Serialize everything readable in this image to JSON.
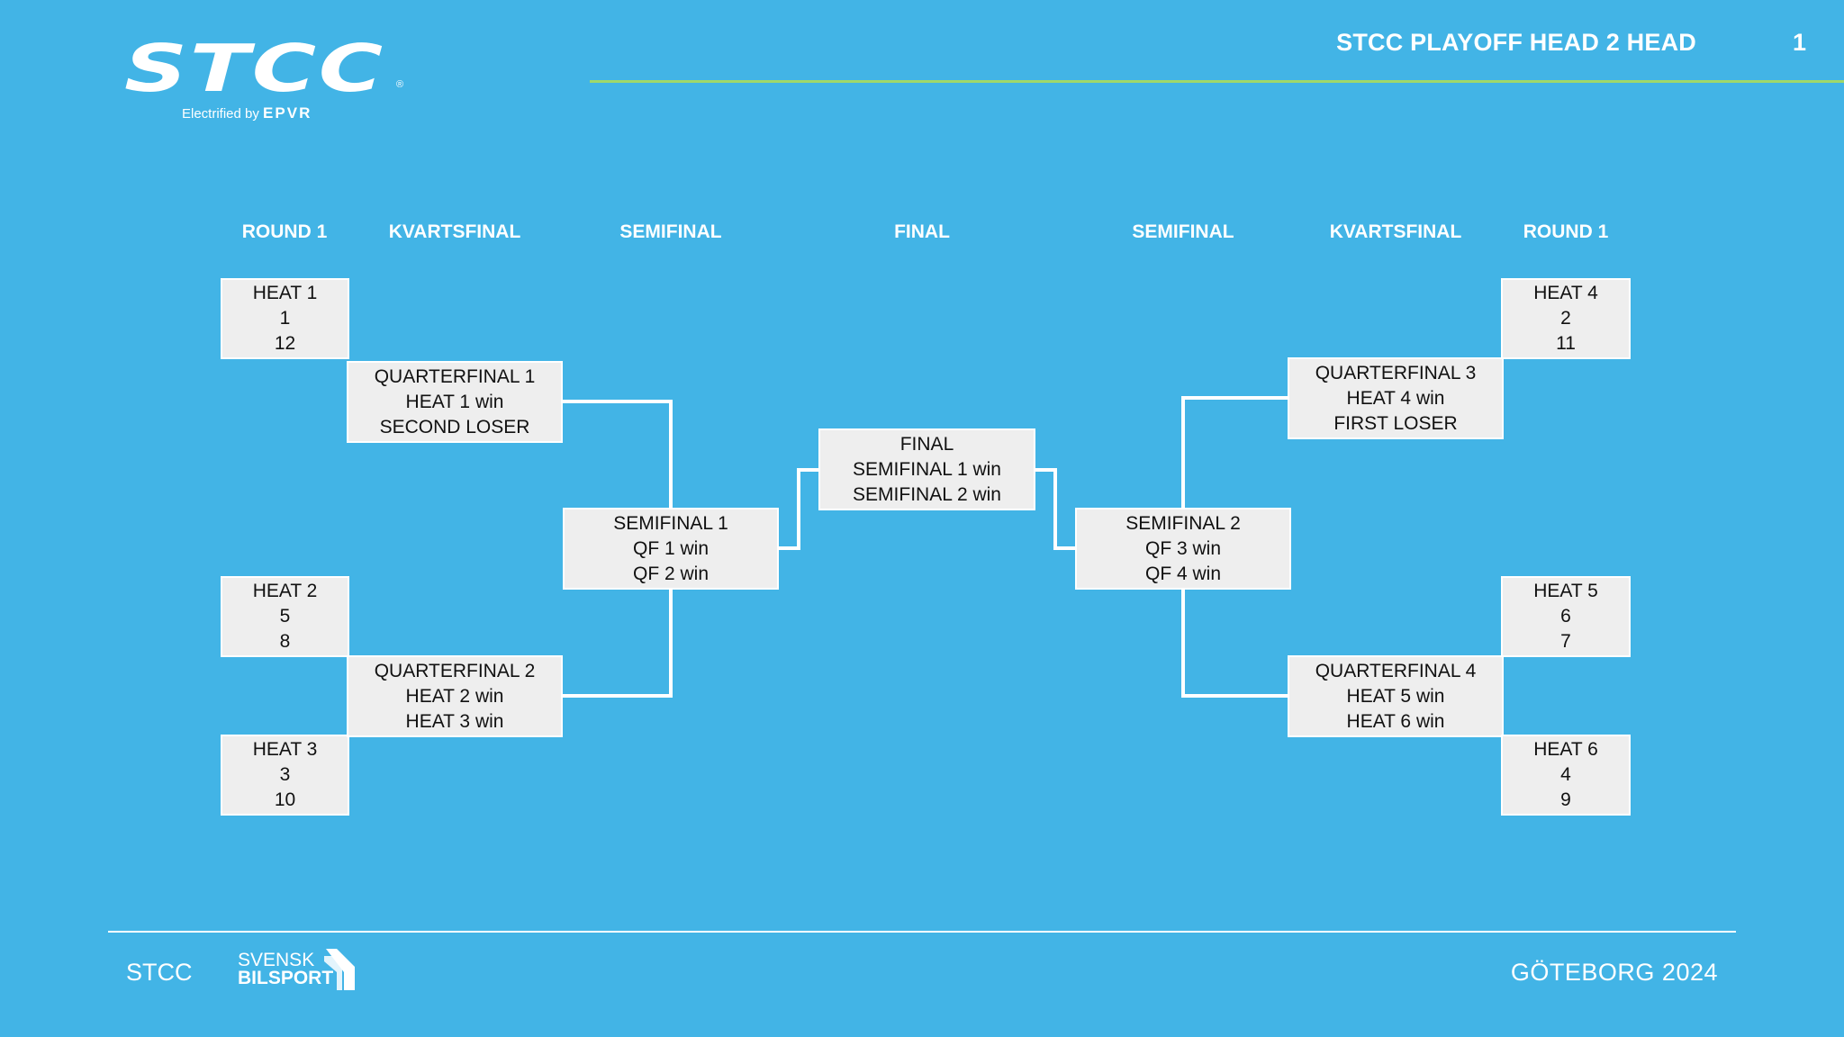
{
  "header": {
    "logo_text": "STCC",
    "logo_registered": "®",
    "logo_tagline_prefix": "Electrified by",
    "logo_tagline_brand": "EPVR",
    "title": "STCC PLAYOFF HEAD 2 HEAD",
    "page_number": "1"
  },
  "colors": {
    "background": "#42b4e6",
    "header_rule": "#9fd86a",
    "box_fill": "#eeeeee",
    "connector": "#ffffff"
  },
  "rounds": {
    "left_round1": "ROUND 1",
    "left_quarterfinal": "KVARTSFINAL",
    "left_semifinal": "SEMIFINAL",
    "final": "FINAL",
    "right_semifinal": "SEMIFINAL",
    "right_quarterfinal": "KVARTSFINAL",
    "right_round1": "ROUND 1"
  },
  "bracket": {
    "heat1": [
      "HEAT 1",
      "1",
      "12"
    ],
    "heat2": [
      "HEAT 2",
      "5",
      "8"
    ],
    "heat3": [
      "HEAT 3",
      "3",
      "10"
    ],
    "heat4": [
      "HEAT 4",
      "2",
      "11"
    ],
    "heat5": [
      "HEAT 5",
      "6",
      "7"
    ],
    "heat6": [
      "HEAT 6",
      "4",
      "9"
    ],
    "qf1": [
      "QUARTERFINAL 1",
      "HEAT 1 win",
      "SECOND LOSER"
    ],
    "qf2": [
      "QUARTERFINAL 2",
      "HEAT 2 win",
      "HEAT 3 win"
    ],
    "qf3": [
      "QUARTERFINAL 3",
      "HEAT 4 win",
      "FIRST LOSER"
    ],
    "qf4": [
      "QUARTERFINAL 4",
      "HEAT 5 win",
      "HEAT 6 win"
    ],
    "sf1": [
      "SEMIFINAL 1",
      "QF 1 win",
      "QF 2 win"
    ],
    "sf2": [
      "SEMIFINAL 2",
      "QF 3 win",
      "QF 4 win"
    ],
    "final": [
      "FINAL",
      "SEMIFINAL 1 win",
      "SEMIFINAL 2 win"
    ]
  },
  "footer": {
    "left": "STCC",
    "partner_line1": "SVENSK",
    "partner_line2": "BILSPORT",
    "right": "GÖTEBORG 2024"
  }
}
